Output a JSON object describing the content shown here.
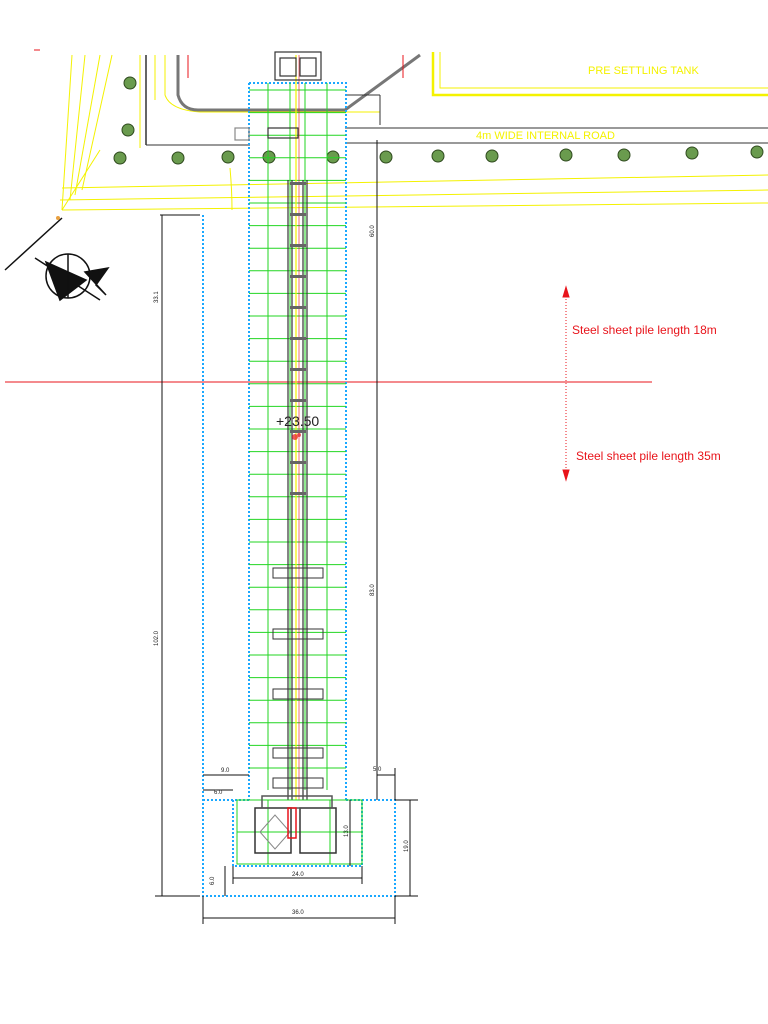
{
  "labels": {
    "tank": "PRE SETTLING TANK",
    "road": "4m WIDE INTERNAL ROAD",
    "level": "+23.50",
    "pile_upper": "Steel sheet pile length 18m",
    "pile_lower": "Steel sheet pile length 35m"
  },
  "dimensions": {
    "d33": "33.1",
    "d60": "60.0",
    "d83": "83.0",
    "d102": "102.0",
    "d9": "9.0",
    "d6a": "6.0",
    "d6b": "6.0",
    "d5": "5.0",
    "d13": "13.0",
    "d19": "19.0",
    "d24": "24.0",
    "d36": "36.0"
  },
  "colors": {
    "red": "#e8141b",
    "green": "#22d622",
    "blue": "#1aa8ff",
    "yellow": "#f4f200"
  }
}
